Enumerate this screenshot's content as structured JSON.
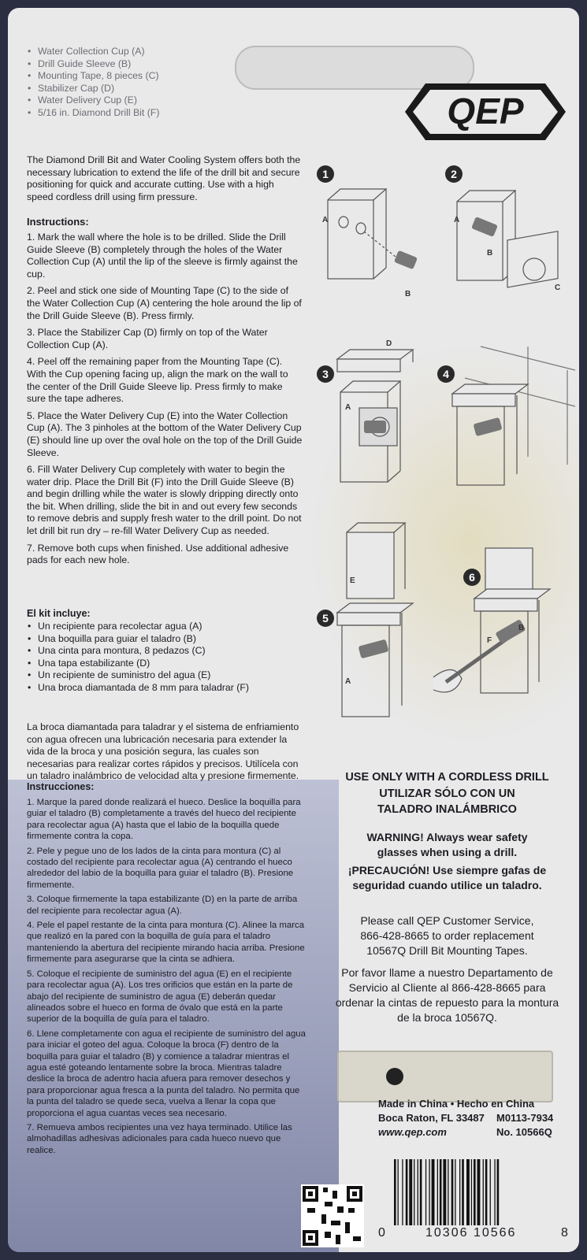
{
  "kit_list_en": [
    "Water Collection Cup (A)",
    "Drill Guide Sleeve (B)",
    "Mounting Tape, 8 pieces (C)",
    "Stabilizer Cap (D)",
    "Water Delivery Cup (E)",
    "5/16 in. Diamond Drill Bit (F)"
  ],
  "logo": "QEP",
  "intro_en": "The Diamond Drill Bit and Water Cooling System offers both the necessary lubrication to extend the life of the drill bit and secure positioning for quick and accurate cutting. Use with a high speed cordless drill using firm pressure.",
  "instructions_heading_en": "Instructions:",
  "instructions_en": [
    "1. Mark the wall where the hole is to be drilled. Slide the Drill Guide Sleeve (B) completely through the holes of the Water Collection Cup (A) until the lip of the sleeve is firmly against the cup.",
    "2. Peel and stick one side of Mounting Tape (C) to the side of the Water Collection Cup (A) centering the hole around the lip of the Drill Guide Sleeve (B). Press firmly.",
    "3. Place the Stabilizer Cap (D) firmly on top of the Water Collection Cup (A).",
    "4. Peel off the remaining paper from the Mounting Tape (C). With the Cup opening facing up, align the mark on the wall to the center of the Drill Guide Sleeve lip. Press firmly to make sure the tape adheres.",
    "5. Place the Water Delivery Cup (E) into the Water Collection Cup (A). The 3 pinholes at the bottom of the Water Delivery Cup (E) should line up over the oval hole on the top of the Drill Guide Sleeve.",
    "6. Fill Water Delivery Cup completely with water to begin the water drip. Place the Drill Bit (F) into the Drill Guide Sleeve (B) and begin drilling while the water is slowly dripping directly onto the bit. When drilling, slide the bit in and out every few seconds to remove debris and supply fresh water to the drill point. Do not let drill bit run dry – re-fill Water Delivery Cup as needed.",
    "7. Remove both cups when finished. Use additional adhesive pads for each new hole."
  ],
  "kit_heading_es": "El kit incluye:",
  "kit_list_es": [
    "Un recipiente para recolectar agua (A)",
    "Una boquilla para guiar el taladro (B)",
    "Una cinta para montura, 8 pedazos (C)",
    "Una tapa estabilizante (D)",
    "Un recipiente de suministro del agua (E)",
    "Una broca diamantada de 8 mm para taladrar (F)"
  ],
  "intro_es": "La broca diamantada para taladrar y el sistema de enfriamiento con agua ofrecen una lubricación necesaria para extender la vida de la broca y una posición segura, las cuales son necesarias para realizar cortes rápidos y precisos. Utilícela con un taladro inalámbrico de velocidad alta y presione firmemente.",
  "instructions_heading_es": "Instrucciones:",
  "instructions_es": [
    "1. Marque la pared donde realizará el hueco. Deslice la boquilla para guiar el taladro (B) completamente a través del hueco del recipiente para recolectar agua (A) hasta que el labio de la boquilla quede firmemente contra la copa.",
    "2. Pele y pegue uno de los lados de la cinta para montura (C) al costado del recipiente para recolectar agua (A) centrando el hueco alrededor del labio de la boquilla para guiar el taladro (B). Presione firmemente.",
    "3. Coloque firmemente la tapa estabilizante (D) en la parte de arriba del recipiente para recolectar agua (A).",
    "4. Pele el papel restante de la cinta para montura (C). Alinee la marca que realizó en la pared con la boquilla de guía para el taladro manteniendo la abertura del recipiente mirando hacia arriba. Presione firmemente para asegurarse que la cinta se adhiera.",
    "5. Coloque el recipiente de suministro del agua (E) en el recipiente para recolectar agua (A). Los tres orificios que están en la parte de abajo del recipiente de suministro de agua (E) deberán quedar alineados sobre el hueco en forma de óvalo que está en la parte superior de la boquilla de guía para el taladro.",
    "6. Llene completamente con agua el recipiente de suministro del agua para iniciar el goteo del agua. Coloque la broca (F) dentro de la boquilla para guiar el taladro (B) y comience a taladrar mientras el agua esté goteando lentamente sobre la broca. Mientras taladre deslice la broca de adentro hacia afuera para remover desechos y para proporcionar agua fresca a la punta del taladro. No permita que la punta del taladro se quede seca, vuelva a llenar la copa que proporciona el agua cuantas veces sea necesario.",
    "7. Remueva ambos recipientes una vez haya terminado. Utilice las almohadillas adhesivas adicionales para cada hueco nuevo que realice."
  ],
  "steps": [
    "1",
    "2",
    "3",
    "4",
    "5",
    "6"
  ],
  "labels": {
    "a": "A",
    "b": "B",
    "c": "C",
    "d": "D",
    "e": "E",
    "f": "F"
  },
  "warnings": {
    "cordless_en": "USE ONLY WITH A CORDLESS DRILL",
    "cordless_es": "UTILIZAR SÓLO CON UN TALADRO INALÁMBRICO",
    "safety_en": "WARNING! Always wear safety glasses when using a drill.",
    "safety_es": "¡PRECAUCIÓN! Use siempre gafas de seguridad cuando utilice un taladro."
  },
  "service_en": "Please call QEP Customer Service, 866-428-8665 to order replacement 10567Q Drill Bit Mounting Tapes.",
  "service_es": "Por favor llame a nuestro Departamento de Servicio al Cliente al 866-428-8665 para ordenar la cintas de repuesto para la montura de la broca 10567Q.",
  "origin": "Made in China • Hecho en China",
  "address": "Boca Raton, FL 33487",
  "code": "M0113-7934",
  "website": "www.qep.com",
  "model": "No. 10566Q",
  "barcode": {
    "left": "0",
    "middle": "10306 10566",
    "right": "8"
  }
}
